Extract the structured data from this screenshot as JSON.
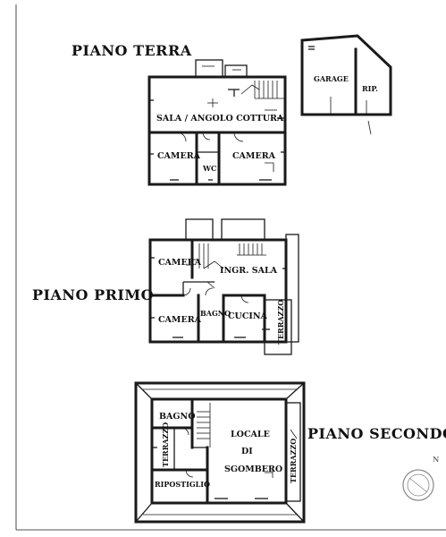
{
  "floors": {
    "ground": "PIANO TERRA",
    "first": "PIANO PRIMO",
    "second": "PIANO SECONDO"
  },
  "rooms": {
    "sala_cottura": "SALA / ANGOLO COTTURA",
    "camera": "CAMERA",
    "wc": "WC",
    "garage": "GARAGE",
    "rip": "RIP.",
    "ingr_sala": "INGR. SALA",
    "bagno": "BAGNO",
    "cucina": "CUCINA",
    "terrazzo": "TERRAZZO",
    "locale": "LOCALE",
    "di": "DI",
    "sgombero": "SGOMBERO",
    "ripostiglio": "RIPOSTIGLIO"
  },
  "compass_label": "N"
}
